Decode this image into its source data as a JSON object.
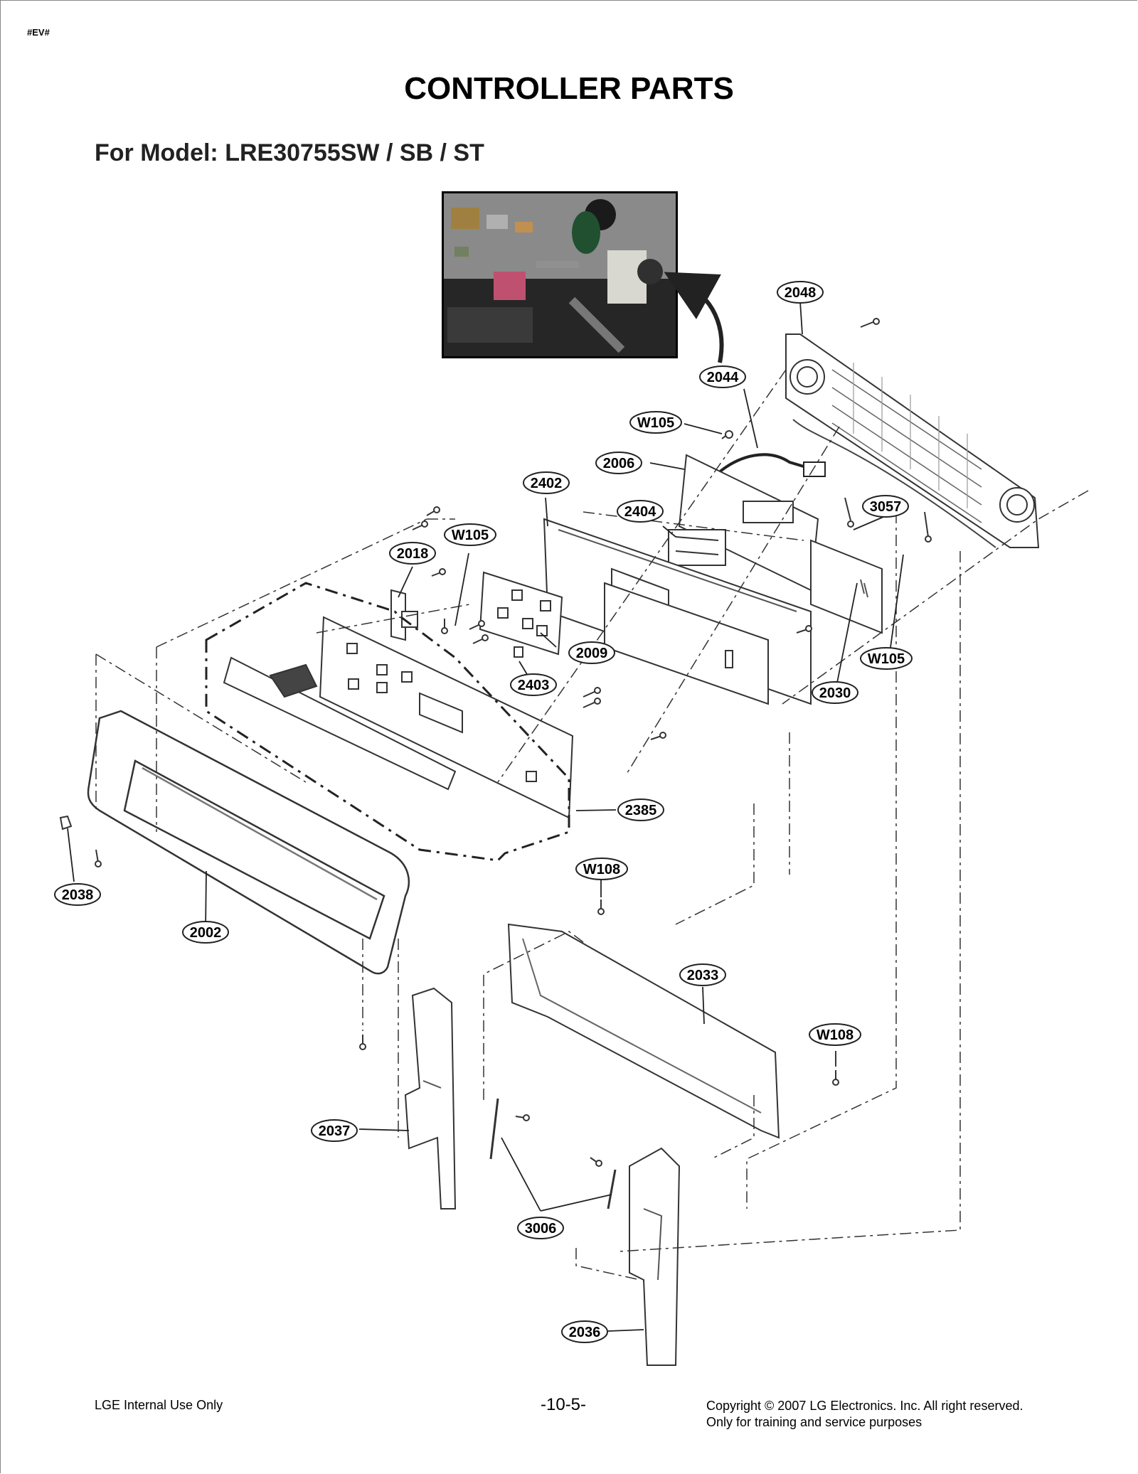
{
  "header": {
    "tag": "#EV#",
    "title": "CONTROLLER PARTS",
    "subtitle": "For Model: LRE30755SW / SB / ST"
  },
  "callouts": {
    "p2048": "2048",
    "p2044": "2044",
    "w105_top": "W105",
    "p2006": "2006",
    "p2402": "2402",
    "p2404": "2404",
    "p3057": "3057",
    "w105_left": "W105",
    "p2018": "2018",
    "p2009": "2009",
    "w105_right": "W105",
    "p2403": "2403",
    "p2030": "2030",
    "p2385": "2385",
    "w108_top": "W108",
    "p2038": "2038",
    "p2002": "2002",
    "p2033": "2033",
    "w108_right": "W108",
    "p2037": "2037",
    "p3006": "3006",
    "p2036": "2036"
  },
  "footer": {
    "left": "LGE Internal Use Only",
    "page_number": "-10-5-",
    "copyright": "Copyright © 2007 LG Electronics. Inc. All right reserved.",
    "notice": "Only for training and service purposes"
  }
}
